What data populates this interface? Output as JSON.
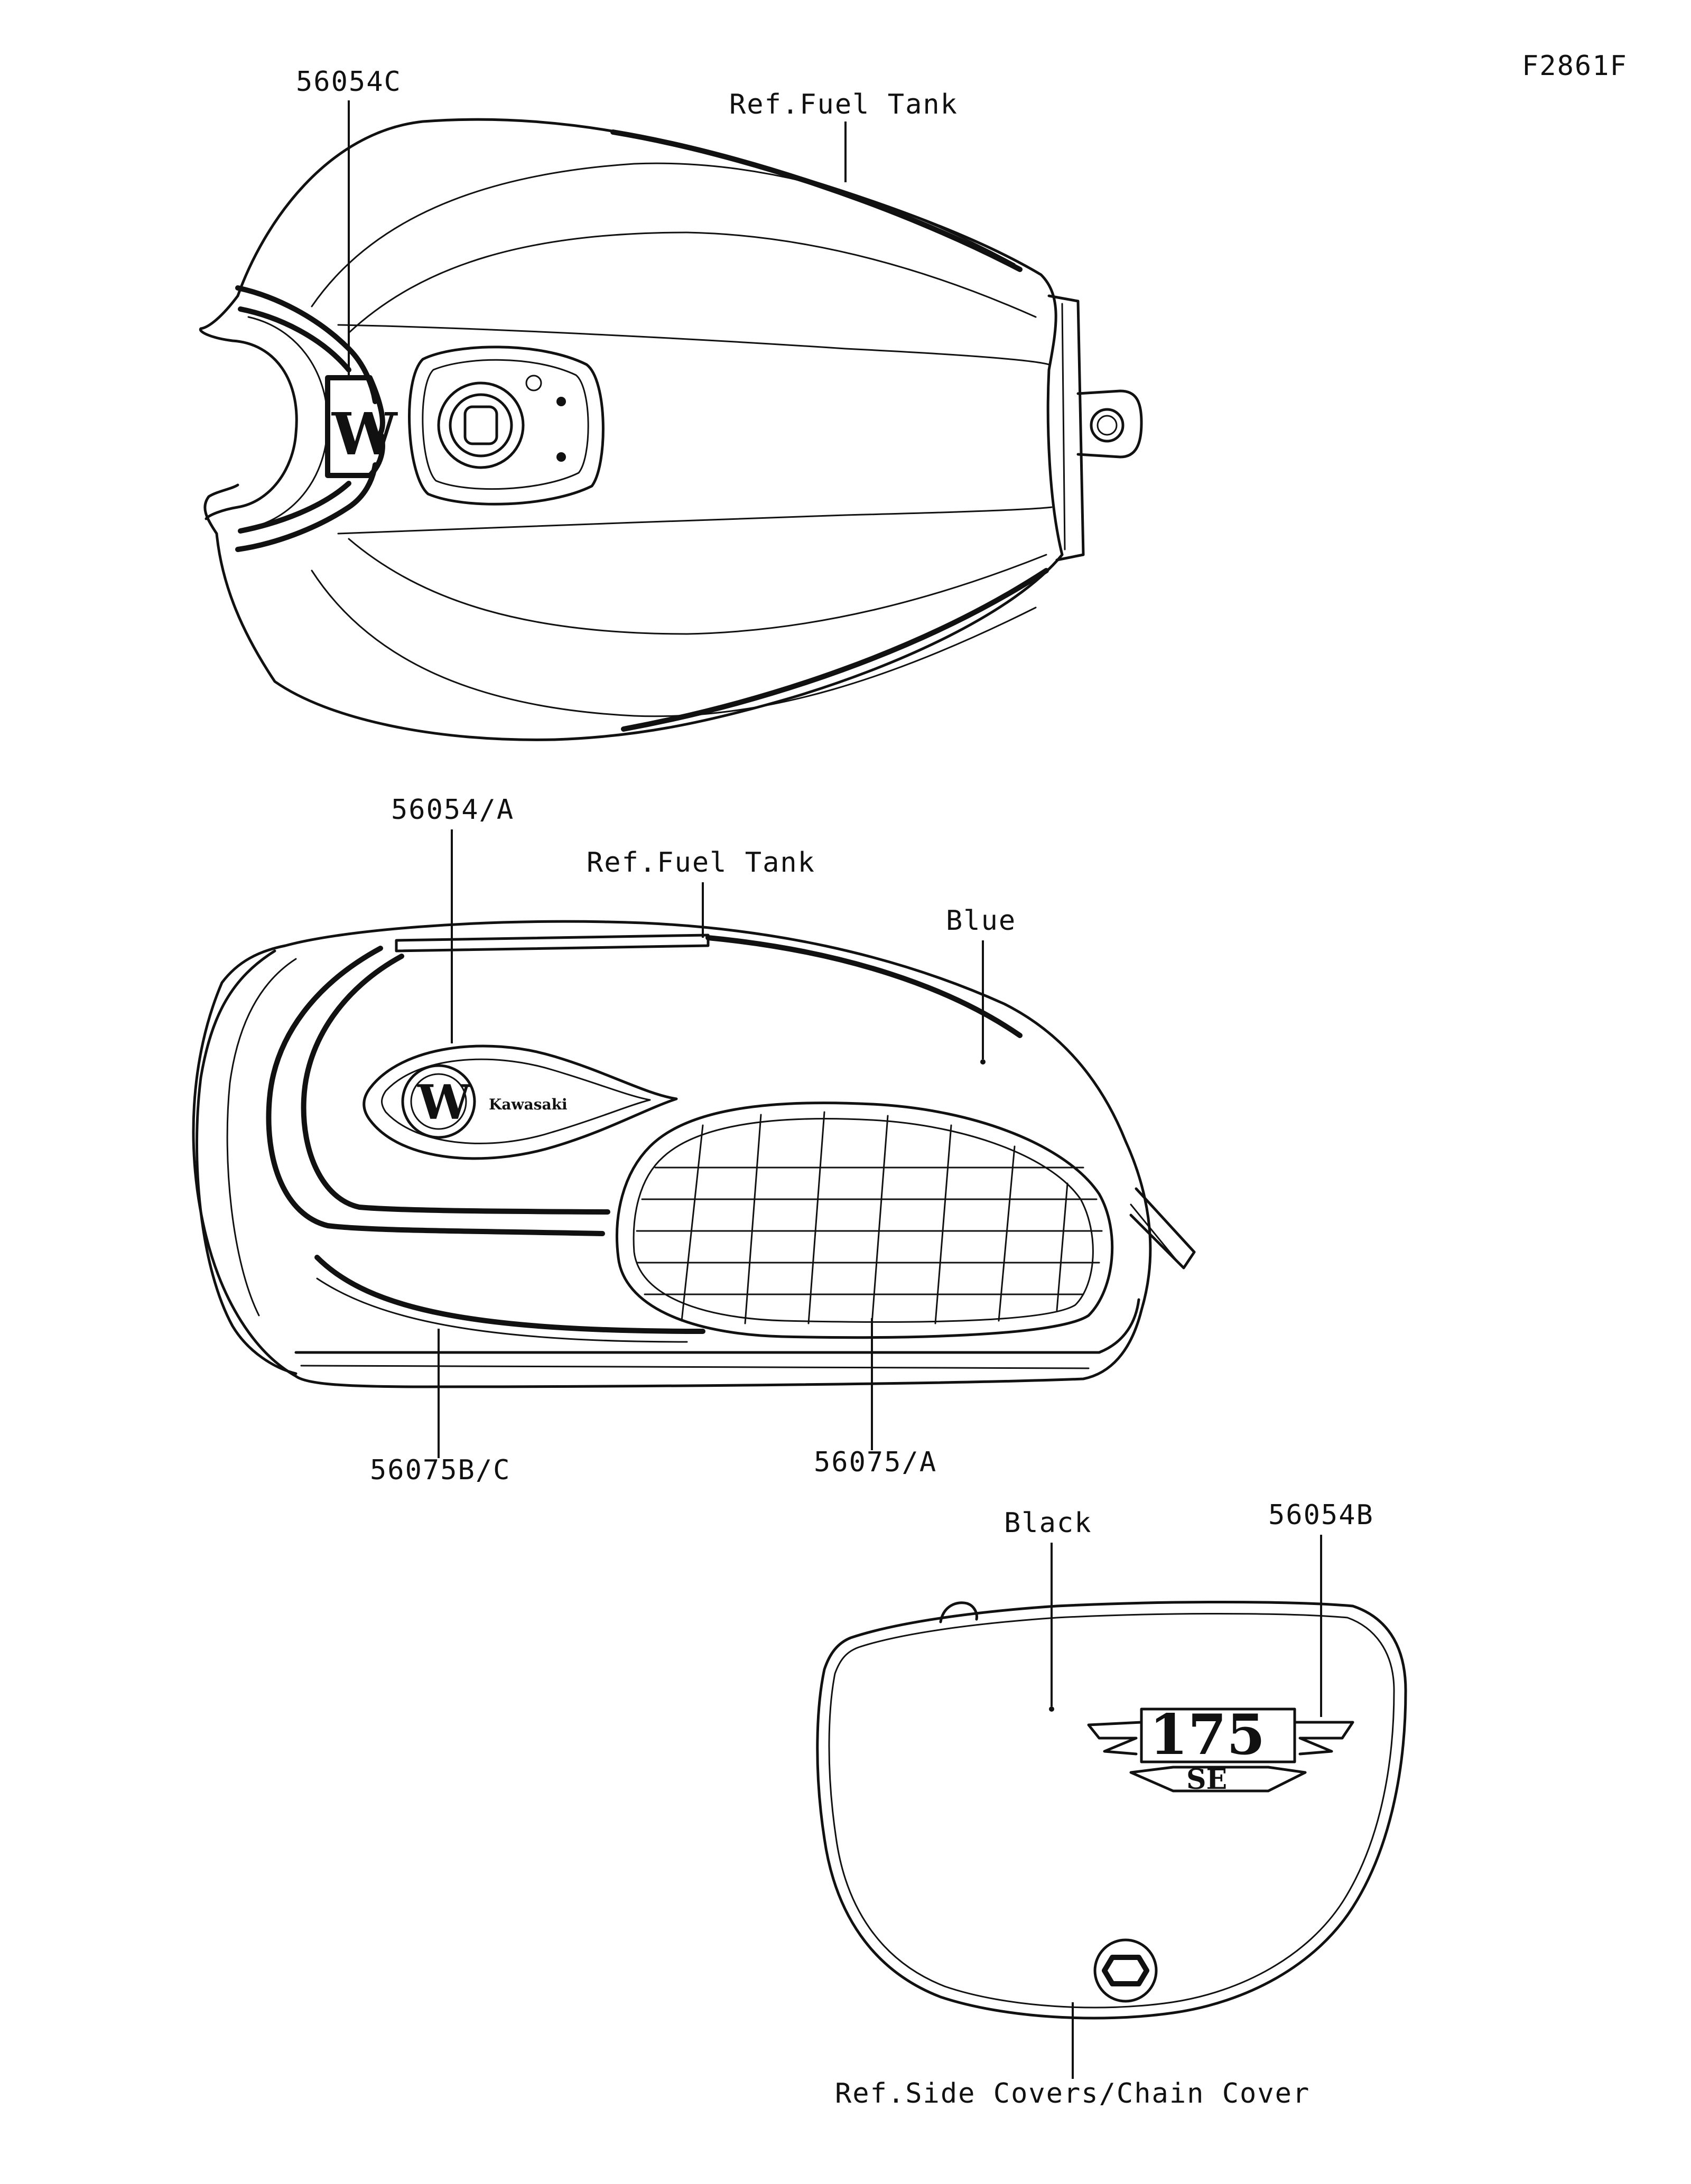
{
  "figure_code": "F2861F",
  "callouts": {
    "top_emblem_part": "56054C",
    "top_tank_ref": "Ref.Fuel Tank",
    "side_emblem_part": "56054/A",
    "side_tank_ref": "Ref.Fuel Tank",
    "color_blue": "Blue",
    "stripe_part": "56075B/C",
    "knee_pad_part": "56075/A",
    "color_black": "Black",
    "side_cover_emblem_part": "56054B",
    "side_cover_ref": "Ref.Side Covers/Chain Cover"
  },
  "emblems": {
    "w_letter": "W",
    "side_brand": "Kawasaki",
    "cover_number": "175",
    "cover_suffix": "SE"
  },
  "colors": {
    "line": "#111111",
    "background": "#ffffff"
  }
}
